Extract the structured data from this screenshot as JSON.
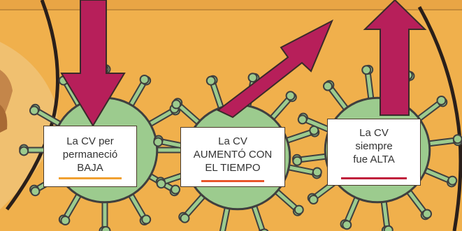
{
  "colors": {
    "background": "#f0b04c",
    "virus_fill": "#9ccb8e",
    "virus_stroke": "#3f3f3f",
    "arrow": "#b71f5a",
    "circle_outline": "#2a1f1a",
    "underline_low": "#f0a030",
    "underline_rising": "#e8552b",
    "underline_high": "#c0203c"
  },
  "icons": [
    "virus-icon",
    "down-arrow",
    "diagonal-up-arrow",
    "up-arrow"
  ],
  "labels": [
    {
      "lines": [
        "La CV per",
        "permaneció",
        "BAJA"
      ],
      "underline_color": "#f0a030"
    },
    {
      "lines": [
        "La CV",
        "AUMENTÓ CON",
        "EL TIEMPO"
      ],
      "underline_color": "#e8552b"
    },
    {
      "lines": [
        "La CV",
        "siempre",
        "fue ALTA"
      ],
      "underline_color": "#c0203c"
    }
  ]
}
